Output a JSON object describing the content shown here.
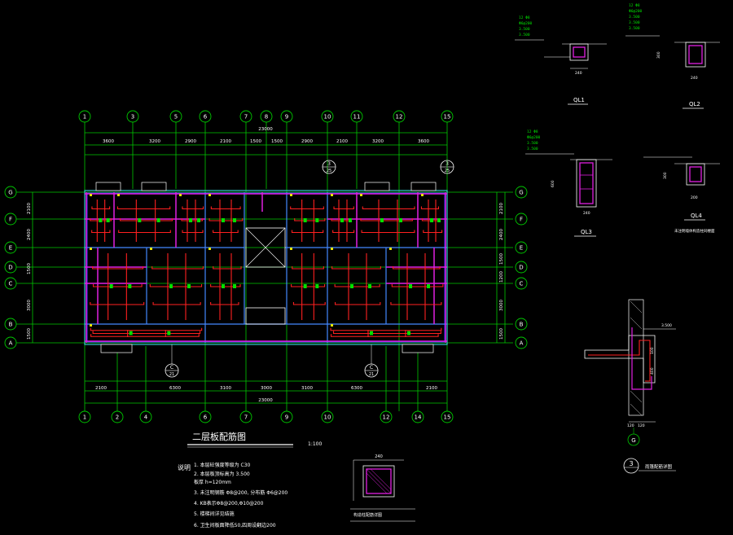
{
  "plan": {
    "title": "二层板配筋图",
    "scale": "1:100",
    "top_axes": [
      "1",
      "3",
      "5",
      "6",
      "7",
      "8",
      "9",
      "10",
      "11",
      "12",
      "15"
    ],
    "bottom_axes": [
      "1",
      "2",
      "4",
      "6",
      "7",
      "9",
      "10",
      "12",
      "14",
      "15"
    ],
    "left_axes": [
      "G",
      "F",
      "E",
      "D",
      "C",
      "B",
      "A"
    ],
    "total_dim": "23000",
    "top_dims": [
      "3600",
      "3200",
      "2900",
      "2100",
      "1500",
      "1500",
      "2900",
      "2100",
      "3200",
      "3600"
    ],
    "bottom_dims": [
      "2100",
      "6300",
      "3100",
      "3000",
      "3100",
      "6300",
      "2100"
    ],
    "right_dims": [
      "2100",
      "2400",
      "1500",
      "1200",
      "3000",
      "1500"
    ],
    "section_bubble_top": {
      "num": "3",
      "den": "25"
    },
    "section_bubble_left": {
      "num": "C",
      "den": "21"
    },
    "section_bubble_right": {
      "num": "C",
      "den": "21"
    }
  },
  "notes": {
    "heading": "说明",
    "items": [
      "1. 本层砼强度等级为 C30",
      "2. 本层板顶标高为 3.500",
      "   板厚 h=120mm",
      "3. 未注明钢筋 Φ8@200, 分布筋 Φ6@200",
      "4. KB表示Φ8@200,Φ10@200",
      "5. 楼梯间详见结施",
      "6. 卫生间板面降低50,四周设翻边200"
    ]
  },
  "details": {
    "ql1": "QL1",
    "ql2": "QL2",
    "ql3": "QL3",
    "ql4": "QL4",
    "ql4_note": "未注明墙体构造柱同楼面",
    "section3_label": "3",
    "section3_caption": "雨篷配筋详图",
    "axis_g": "G",
    "dim_240": "240",
    "dim_200": "200",
    "dim_600": "600",
    "dim_300": "300",
    "elev": "3.500",
    "col_caption": "构造柱配筋详图"
  }
}
